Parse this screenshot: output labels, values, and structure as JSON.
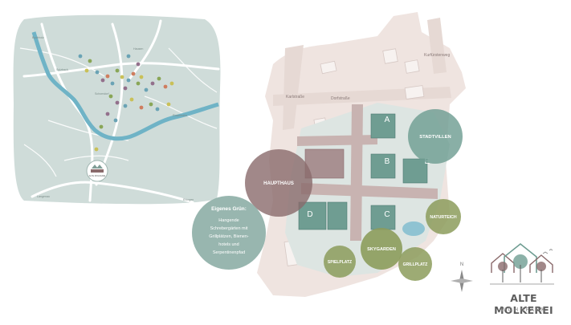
{
  "overview_map": {
    "town_labels": [
      "Sulzbach",
      "Schorndorf",
      "Hausen",
      "Rosenheim",
      "Buchholz",
      "Langenau",
      "Ehingen"
    ],
    "badge_text": "ALTE MOLKEREI"
  },
  "site_plan": {
    "street_labels": [
      "Karlstraße",
      "Dorfstraße",
      "Kurfürstenweg"
    ],
    "building_letters": [
      "A",
      "B",
      "C",
      "D",
      "E"
    ],
    "circles": {
      "stadtvillen": "STADTVILLEN",
      "haupthaus": "HAUPTHAUS",
      "naturteich": "NATURTEICH",
      "skygarden": "SKYGARDEN",
      "spielplatz": "SPIELPLATZ",
      "grillplatz": "GRILLPLATZ"
    },
    "info_bubble": {
      "heading": "Eigenes Grün:",
      "lines": [
        "Hangende",
        "Schrebergärten mit",
        "Grillplätzen, Bienen-",
        "hotels und",
        "Serpentinenpfad"
      ]
    },
    "compass_label": "N"
  },
  "logo": {
    "title": "ALTE MOLKEREI",
    "subtitle": "WOHNPARK"
  },
  "colors": {
    "map_bg": "#cfdcd9",
    "river": "#6fb3c6",
    "teal_circle": "#6f9d92",
    "mauve_circle": "#8a6a6b",
    "olive_circle": "#8c9c5c",
    "info_circle": "#8fb0a8",
    "road": "#e6d9d4"
  }
}
